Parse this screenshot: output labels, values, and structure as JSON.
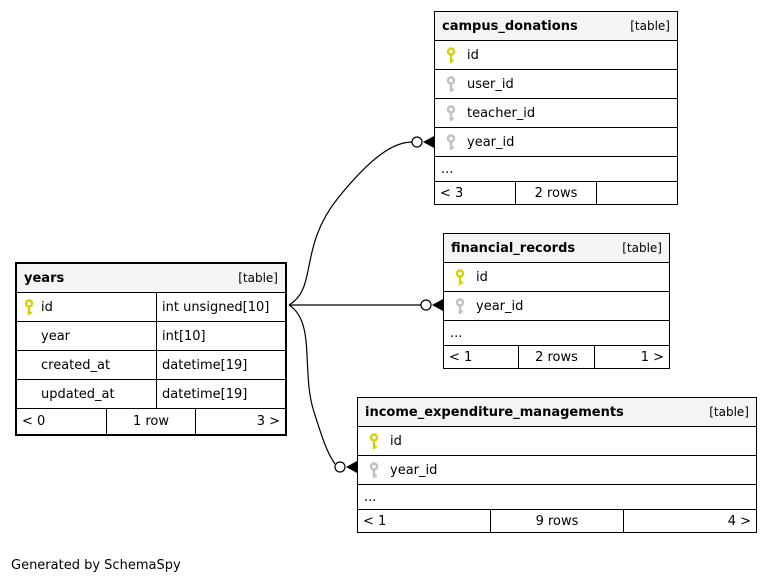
{
  "diagram": {
    "credit": "Generated by SchemaSpy",
    "type_label": "[table]",
    "ellipsis": "...",
    "colors": {
      "primary_key": "#d2d200",
      "foreign_key": "#c0c0c0",
      "header_bg": "#f4f4f4",
      "border": "#000000"
    },
    "tables": [
      {
        "name": "campus_donations",
        "type_label": "[table]",
        "columns": [
          {
            "name": "id",
            "key": "primary"
          },
          {
            "name": "user_id",
            "key": "foreign"
          },
          {
            "name": "teacher_id",
            "key": "foreign"
          },
          {
            "name": "year_id",
            "key": "foreign"
          }
        ],
        "ellipsis": "...",
        "footer": {
          "left": "< 3",
          "center": "2 rows",
          "right": ""
        }
      },
      {
        "name": "financial_records",
        "type_label": "[table]",
        "columns": [
          {
            "name": "id",
            "key": "primary"
          },
          {
            "name": "year_id",
            "key": "foreign"
          }
        ],
        "ellipsis": "...",
        "footer": {
          "left": "< 1",
          "center": "2 rows",
          "right": "1 >"
        }
      },
      {
        "name": "income_expenditure_managements",
        "type_label": "[table]",
        "columns": [
          {
            "name": "id",
            "key": "primary"
          },
          {
            "name": "year_id",
            "key": "foreign"
          }
        ],
        "ellipsis": "...",
        "footer": {
          "left": "< 1",
          "center": "9 rows",
          "right": "4 >"
        }
      },
      {
        "name": "years",
        "type_label": "[table]",
        "columns": [
          {
            "name": "id",
            "type": "int unsigned[10]",
            "key": "primary"
          },
          {
            "name": "year",
            "type": "int[10]",
            "key": "none"
          },
          {
            "name": "created_at",
            "type": "datetime[19]",
            "key": "none"
          },
          {
            "name": "updated_at",
            "type": "datetime[19]",
            "key": "none"
          }
        ],
        "footer": {
          "left": "< 0",
          "center": "1 row",
          "right": "3 >"
        }
      }
    ],
    "relationships": [
      {
        "from": "years.id",
        "to": "campus_donations.year_id"
      },
      {
        "from": "years.id",
        "to": "financial_records.year_id"
      },
      {
        "from": "years.id",
        "to": "income_expenditure_managements.year_id"
      }
    ]
  }
}
